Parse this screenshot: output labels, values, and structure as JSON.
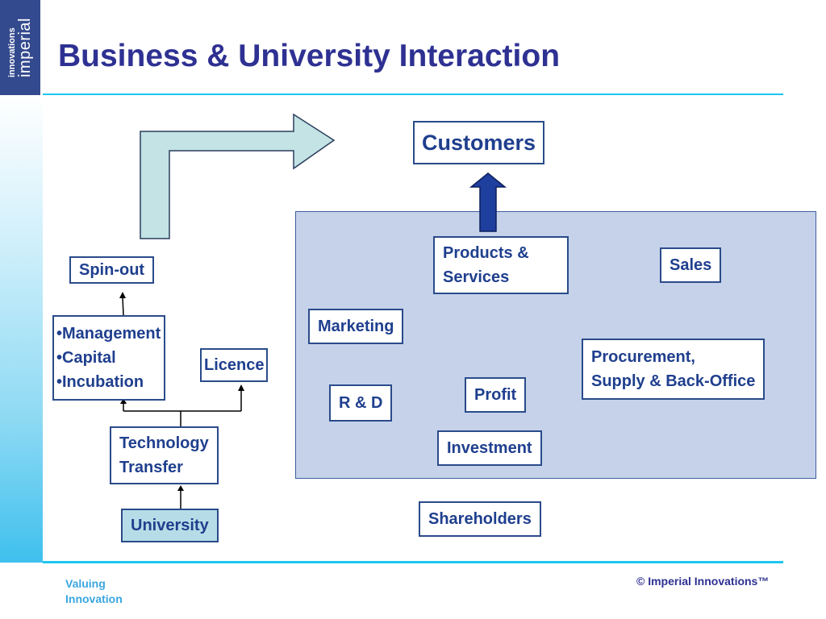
{
  "logo": {
    "line1": "innovations",
    "line2": "imperial"
  },
  "title": "Business & University Interaction",
  "footer": {
    "left_line1": "Valuing",
    "left_line2": "Innovation",
    "right": "© Imperial Innovations™"
  },
  "nodes": {
    "customers": "Customers",
    "spin_out": "Spin-out",
    "management_list": [
      "•Management",
      "•Capital",
      "•Incubation"
    ],
    "licence": "Licence",
    "technology_transfer": [
      "Technology",
      "Transfer"
    ],
    "university": "University",
    "products_services": [
      "Products &",
      "Services"
    ],
    "sales": "Sales",
    "marketing": "Marketing",
    "procurement": [
      "Procurement,",
      "Supply & Back-Office"
    ],
    "profit": "Profit",
    "r_and_d": "R & D",
    "investment": "Investment",
    "shareholders": "Shareholders"
  },
  "colors": {
    "title": "#2e3192",
    "box_border": "#2a4b8a",
    "box_text": "#1f3f8e",
    "panel_fill": "#c5d2ea",
    "big_arrow_fill": "#c3e3e5",
    "up_arrow_fill": "#1f3f9e",
    "accent_rule": "#1ec6f0"
  }
}
